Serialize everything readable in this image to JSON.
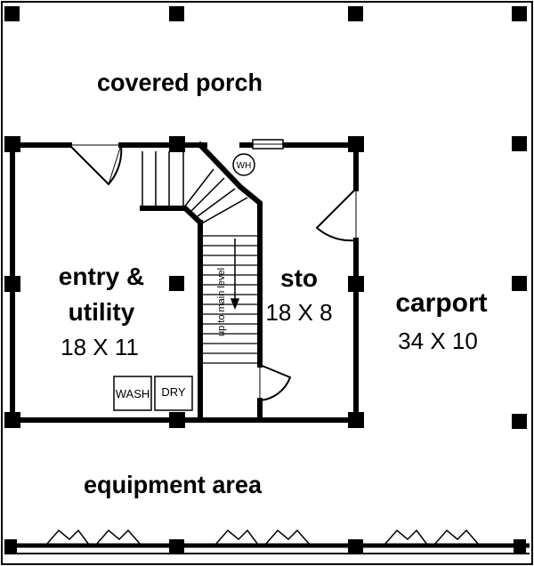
{
  "areas": {
    "covered_porch": {
      "title": "covered porch"
    },
    "entry_utility": {
      "title_line1": "entry &",
      "title_line2": "utility",
      "dimensions": "18 X 11"
    },
    "storage": {
      "title": "sto",
      "dimensions": "18 X 8"
    },
    "carport": {
      "title": "carport",
      "dimensions": "34 X 10"
    },
    "equipment": {
      "title": "equipment area"
    }
  },
  "fixtures": {
    "washer": "WASH",
    "dryer": "DRY",
    "water_heater": "WH"
  },
  "stair": {
    "label": "up to main level"
  },
  "colors": {
    "ink": "#000000",
    "paper": "#ffffff"
  }
}
